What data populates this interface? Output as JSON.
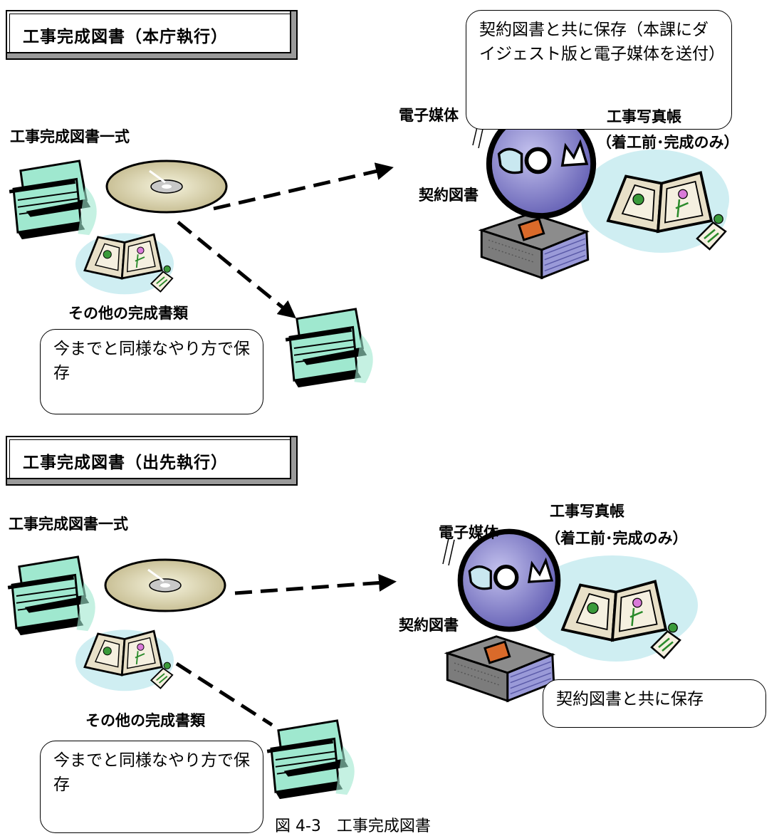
{
  "section1": {
    "title": "工事完成図書（本庁執行）",
    "left_set_label": "工事完成図書一式",
    "other_docs_label": "その他の完成書類",
    "other_docs_note": "今までと同様なやり方で保存",
    "media_label": "電子媒体",
    "contract_label": "契約図書",
    "photo_label_line1": "工事写真帳",
    "photo_label_line2": "（着工前･完成のみ）",
    "storage_note": "契約図書と共に保存（本課にダイジェスト版と電子媒体を送付）"
  },
  "section2": {
    "title": "工事完成図書（出先執行）",
    "left_set_label": "工事完成図書一式",
    "other_docs_label": "その他の完成書類",
    "other_docs_note": "今までと同様なやり方で保存",
    "media_label": "電子媒体",
    "contract_label": "契約図書",
    "photo_label_line1": "工事写真帳",
    "photo_label_line2": "（着工前･完成のみ）",
    "storage_note": "契約図書と共に保存"
  },
  "caption": "図 4-3　工事完成図書",
  "colors": {
    "cd_silver": "#d9d2a8",
    "disc_violet": "#7d78c4",
    "cloud": "#cfeef2",
    "binder": "#9fe8cf",
    "book_cover": "#8c8c8c",
    "book_pages": "#9a9ad8",
    "book_spot": "#d96a2a"
  },
  "icons": [
    "cd-icon",
    "binder-stack-icon",
    "photo-album-icon",
    "electronic-media-disc-icon",
    "contract-book-icon",
    "dashed-arrow-icon"
  ]
}
